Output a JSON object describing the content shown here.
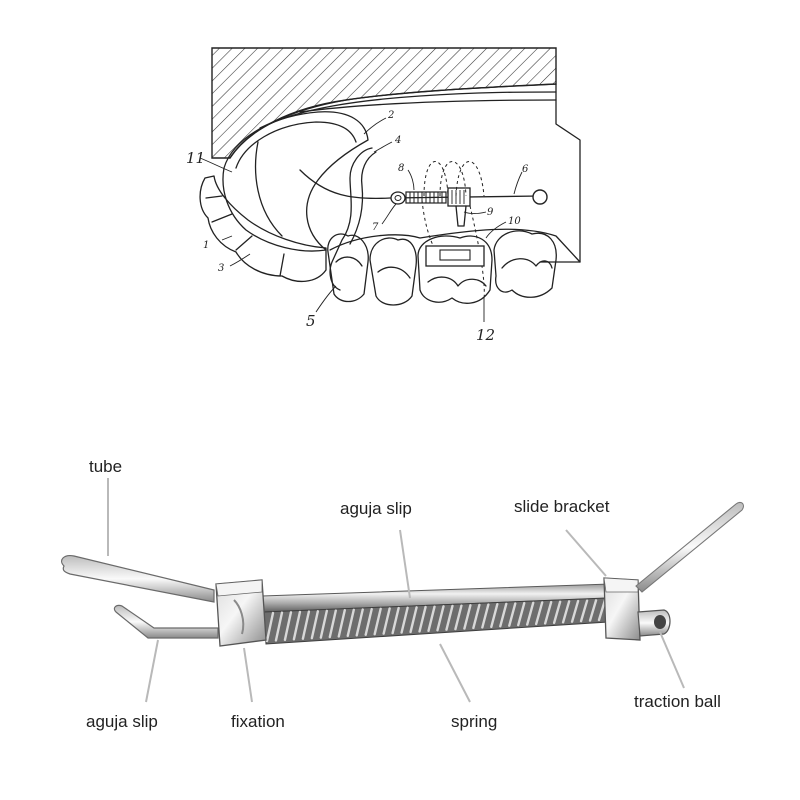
{
  "patent_drawing": {
    "reference_numbers": [
      "11",
      "2",
      "4",
      "8",
      "6",
      "7",
      "9",
      "10",
      "1",
      "3",
      "5",
      "12"
    ]
  },
  "device_labels": {
    "tube": "tube",
    "aguja_slip_top": "aguja slip",
    "slide_bracket": "slide bracket",
    "aguja_slip_left": "aguja slip",
    "fixation": "fixation",
    "spring": "spring",
    "traction_ball": "traction ball"
  },
  "colors": {
    "line_art": "#222222",
    "metal_light": "#e6e6e6",
    "metal_dark": "#6f6f6f",
    "leader": "#b9b9b9"
  }
}
